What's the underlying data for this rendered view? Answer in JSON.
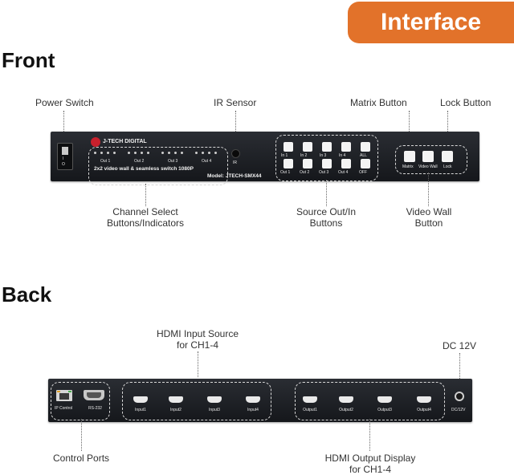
{
  "badge": "Interface",
  "front": {
    "title": "Front",
    "labels": {
      "power_switch": "Power Switch",
      "ir_sensor": "IR Sensor",
      "matrix_button": "Matrix Button",
      "lock_button": "Lock Button",
      "channel_select": [
        "Channel Select",
        "Buttons/Indicators"
      ],
      "source_out_in": [
        "Source Out/In",
        "Buttons"
      ],
      "video_wall": [
        "Video Wall",
        "Button"
      ]
    },
    "device": {
      "brand": "J-TECH DIGITAL",
      "subtitle": "2x2 video wall & seamless switch 1080P",
      "model": "Model: JTECH-SMX44",
      "ir": "IR",
      "outs": [
        "Out 1",
        "Out 2",
        "Out 3",
        "Out 4"
      ],
      "in_buttons": [
        "In 1",
        "In 2",
        "In 3",
        "In 4",
        "ALL"
      ],
      "out_buttons": [
        "Out 1",
        "Out 2",
        "Out 3",
        "Out 4",
        "OFF"
      ],
      "right_buttons": [
        "Matrix",
        "Video Wall",
        "Lock"
      ]
    }
  },
  "back": {
    "title": "Back",
    "labels": {
      "hdmi_input": [
        "HDMI Input Source",
        "for CH1-4"
      ],
      "dc": "DC 12V",
      "control_ports": "Control Ports",
      "hdmi_output": [
        "HDMI Output Display",
        "for CH1-4"
      ]
    },
    "device": {
      "ip_control": "IP Control",
      "rs232": "RS-232",
      "inputs": [
        "Input1",
        "Input2",
        "Input3",
        "Input4"
      ],
      "outputs": [
        "Output1",
        "Output2",
        "Output3",
        "Output4"
      ],
      "dc": "DC/12V"
    }
  }
}
